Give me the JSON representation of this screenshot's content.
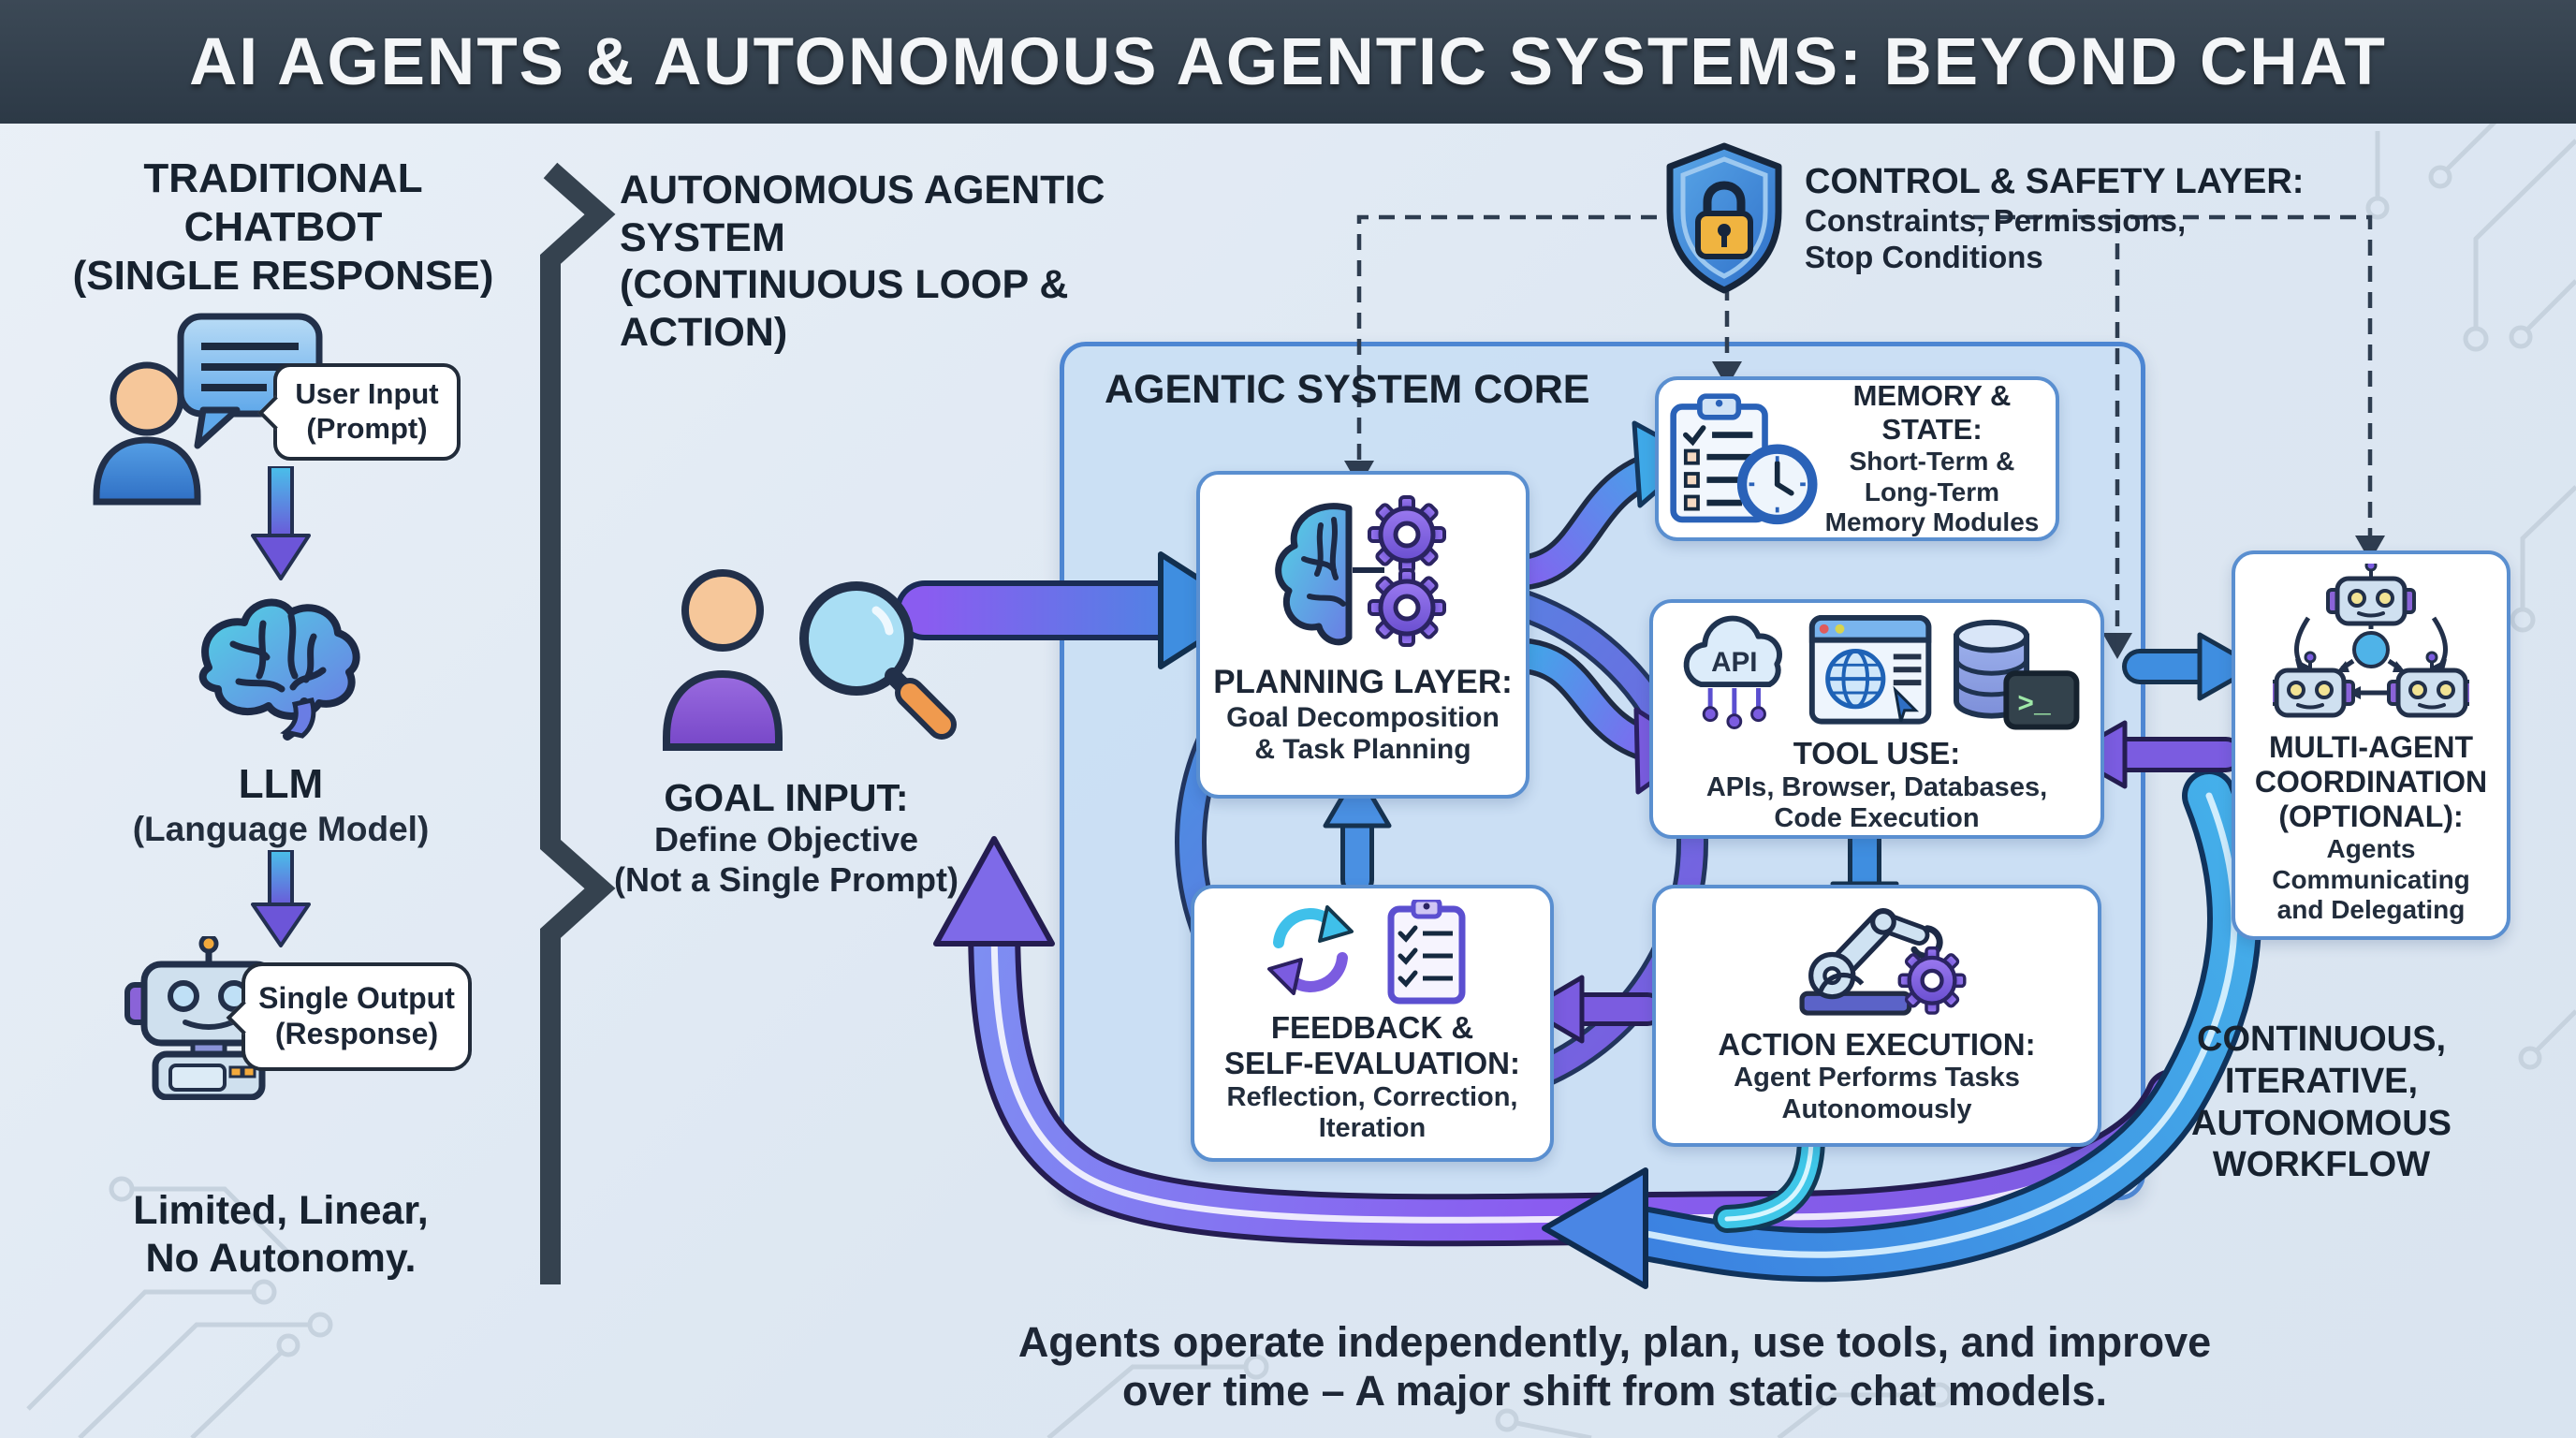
{
  "title": "AI AGENTS & AUTONOMOUS AGENTIC SYSTEMS: BEYOND CHAT",
  "left": {
    "h1": "TRADITIONAL CHATBOT",
    "h2": "(SINGLE RESPONSE)",
    "user_input1": "User Input",
    "user_input2": "(Prompt)",
    "llm": "LLM",
    "llm_sub": "(Language Model)",
    "out1": "Single Output",
    "out2": "(Response)",
    "foot1": "Limited, Linear,",
    "foot2": "No Autonomy."
  },
  "mid": {
    "h1": "AUTONOMOUS AGENTIC SYSTEM",
    "h2": "(CONTINUOUS LOOP & ACTION)",
    "goal_title": "GOAL INPUT:",
    "goal1": "Define Objective",
    "goal2": "(Not a Single Prompt)"
  },
  "safety": {
    "title": "CONTROL & SAFETY LAYER:",
    "l1": "Constraints, Permissions,",
    "l2": "Stop Conditions"
  },
  "core": {
    "label": "AGENTIC SYSTEM CORE",
    "planning": {
      "t": "PLANNING LAYER:",
      "l1": "Goal Decomposition",
      "l2": "& Task Planning"
    },
    "memory": {
      "t": "MEMORY & STATE:",
      "l1": "Short-Term &",
      "l2": "Long-Term",
      "l3": "Memory Modules"
    },
    "tool": {
      "t": "TOOL USE:",
      "l1": "APIs, Browser, Databases,",
      "l2": "Code Execution",
      "api": "API",
      "term": ">_"
    },
    "feedback": {
      "t1": "FEEDBACK &",
      "t2": "SELF-EVALUATION:",
      "l1": "Reflection, Correction,",
      "l2": "Iteration"
    },
    "action": {
      "t": "ACTION EXECUTION:",
      "l1": "Agent Performs Tasks",
      "l2": "Autonomously"
    }
  },
  "multi": {
    "t1": "MULTI-AGENT",
    "t2": "COORDINATION",
    "t3": "(OPTIONAL):",
    "l1": "Agents",
    "l2": "Communicating",
    "l3": "and Delegating"
  },
  "workflow": {
    "l1": "CONTINUOUS,",
    "l2": "ITERATIVE,",
    "l3": "AUTONOMOUS",
    "l4": "WORKFLOW"
  },
  "caption": {
    "l1": "Agents operate independently, plan, use tools, and improve",
    "l2": "over time – A major shift from static chat models."
  },
  "colors": {
    "title_bar": "#2c3946",
    "background": "#dde7f2",
    "core_fill": "#cadff4",
    "core_border": "#4d86d2",
    "box_border": "#5a8fd0",
    "arrow_blue": "#3f8ee0",
    "arrow_cyan": "#3fc0ea",
    "arrow_purple": "#7b5ce0",
    "shield_blue": "#3b82d8",
    "lock_gold": "#f0b440",
    "divider": "#35424f",
    "circuit": "#c6d2de"
  },
  "icons": [
    "user-icon",
    "chat-bubble-icon",
    "brain-icon",
    "robot-icon",
    "person-search-icon",
    "magnifier-icon",
    "shield-lock-icon",
    "half-brain-gears-icon",
    "clipboard-clock-icon",
    "api-cloud-icon",
    "browser-globe-icon",
    "database-icon",
    "terminal-icon",
    "cycle-arrows-icon",
    "checklist-icon",
    "robot-arm-gear-icon",
    "multi-robot-network-icon"
  ]
}
